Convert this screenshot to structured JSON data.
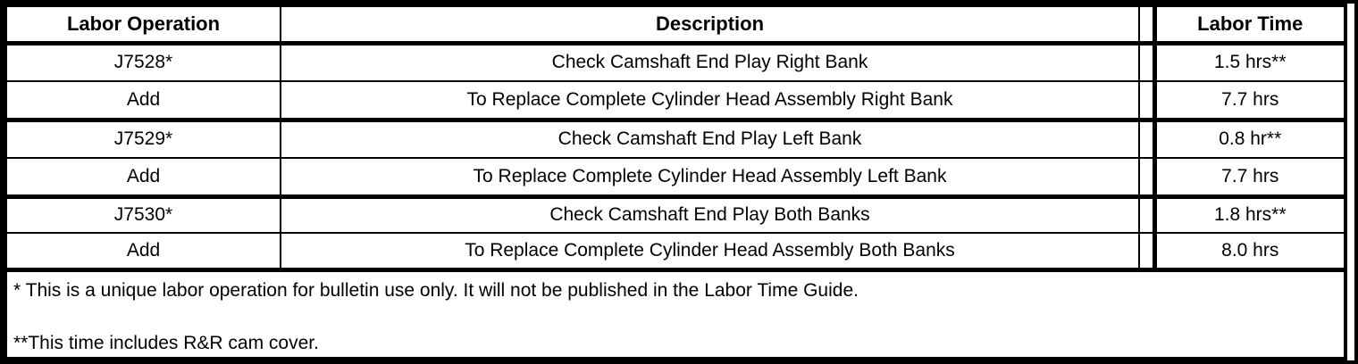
{
  "colors": {
    "border": "#000000",
    "background": "#ffffff",
    "text": "#000000"
  },
  "table": {
    "columns": {
      "operation": "Labor Operation",
      "description": "Description",
      "time": "Labor Time"
    },
    "rows": [
      {
        "operation": "J7528*",
        "description": "Check Camshaft End Play Right Bank",
        "time": "1.5 hrs**"
      },
      {
        "operation": "Add",
        "description": "To Replace Complete Cylinder Head Assembly Right Bank",
        "time": "7.7 hrs"
      },
      {
        "operation": "J7529*",
        "description": "Check Camshaft End Play Left Bank",
        "time": "0.8 hr**"
      },
      {
        "operation": "Add",
        "description": "To Replace Complete Cylinder Head Assembly Left Bank",
        "time": "7.7 hrs"
      },
      {
        "operation": "J7530*",
        "description": "Check Camshaft End Play Both Banks",
        "time": "1.8 hrs**"
      },
      {
        "operation": "Add",
        "description": "To Replace Complete Cylinder Head Assembly Both Banks",
        "time": "8.0 hrs"
      }
    ],
    "footnotes": [
      "* This is a unique labor operation for bulletin use only. It will not be published in the Labor Time Guide.",
      "**This time includes R&R cam cover."
    ]
  }
}
